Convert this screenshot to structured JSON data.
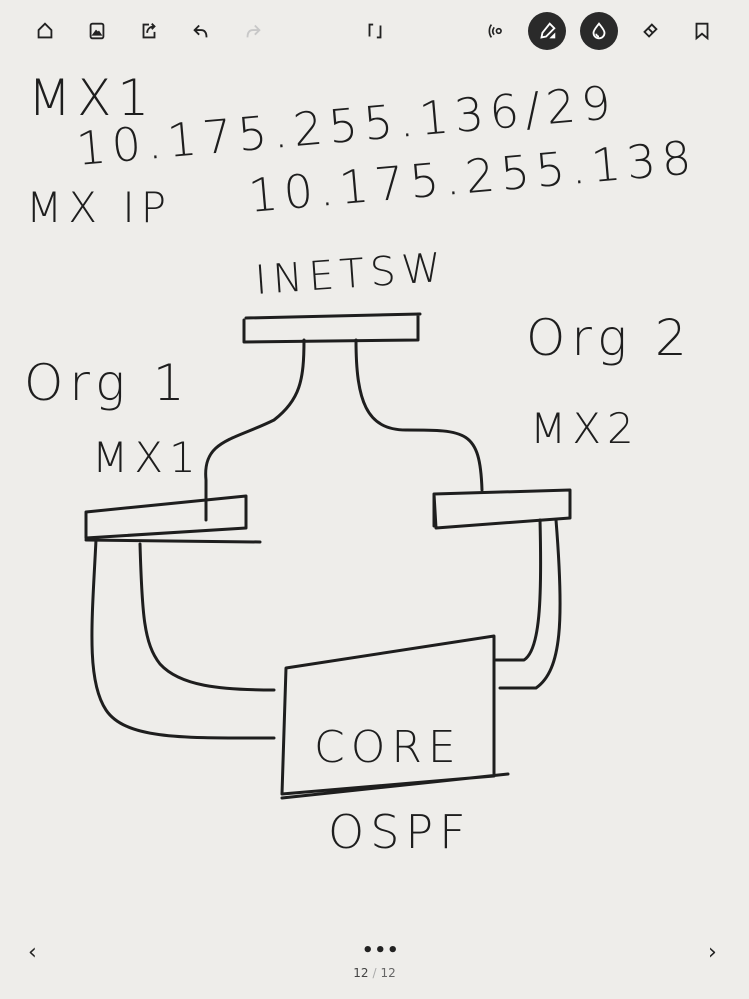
{
  "toolbar": {
    "icons": [
      "home-icon",
      "gallery-icon",
      "share-icon",
      "undo-icon",
      "redo-icon",
      "crop-icon",
      "laser-icon",
      "pen-icon",
      "highlighter-icon",
      "eraser-icon",
      "bookmark-icon"
    ],
    "active_tools": [
      "pen",
      "highlighter"
    ]
  },
  "note": {
    "line1": "MX1",
    "line2": "10.175.255.136/29",
    "line3_label": "MX IP",
    "line3_value": "10.175.255.138",
    "inetsw": "INETSW",
    "org1": "Org 1",
    "org2": "Org 2",
    "mx1": "MX1",
    "mx2": "MX2",
    "core": "CORE",
    "ospf": "OSPF"
  },
  "footer": {
    "more": "•••",
    "current_page": "12",
    "separator": "/",
    "total_pages": "12"
  },
  "colors": {
    "ink": "#1e1e1e",
    "paper": "#eeedea",
    "active_tool": "#2a2a2a"
  }
}
